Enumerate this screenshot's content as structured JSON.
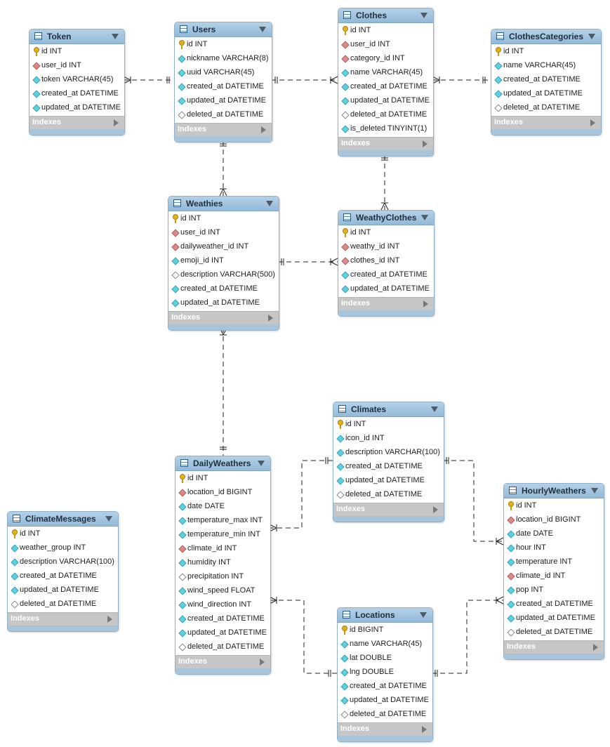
{
  "tables": {
    "token": {
      "name": "Token",
      "indexes_label": "Indexes",
      "fields": [
        {
          "label": "id INT",
          "kind": "key"
        },
        {
          "label": "user_id INT",
          "kind": "fk"
        },
        {
          "label": "token VARCHAR(45)",
          "kind": "nn"
        },
        {
          "label": "created_at DATETIME",
          "kind": "nn"
        },
        {
          "label": "updated_at DATETIME",
          "kind": "nn"
        }
      ]
    },
    "users": {
      "name": "Users",
      "indexes_label": "Indexes",
      "fields": [
        {
          "label": "id INT",
          "kind": "key"
        },
        {
          "label": "nickname VARCHAR(8)",
          "kind": "nn"
        },
        {
          "label": "uuid VARCHAR(45)",
          "kind": "nn"
        },
        {
          "label": "created_at DATETIME",
          "kind": "nn"
        },
        {
          "label": "updated_at DATETIME",
          "kind": "nn"
        },
        {
          "label": "deleted_at DATETIME",
          "kind": "nul"
        }
      ]
    },
    "clothes": {
      "name": "Clothes",
      "indexes_label": "Indexes",
      "fields": [
        {
          "label": "id INT",
          "kind": "key"
        },
        {
          "label": "user_id INT",
          "kind": "fk"
        },
        {
          "label": "category_id INT",
          "kind": "fk"
        },
        {
          "label": "name VARCHAR(45)",
          "kind": "nn"
        },
        {
          "label": "created_at DATETIME",
          "kind": "nn"
        },
        {
          "label": "updated_at DATETIME",
          "kind": "nn"
        },
        {
          "label": "deleted_at DATETIME",
          "kind": "nul"
        },
        {
          "label": "is_deleted TINYINT(1)",
          "kind": "nn"
        }
      ]
    },
    "clothescategories": {
      "name": "ClothesCategories",
      "indexes_label": "Indexes",
      "fields": [
        {
          "label": "id INT",
          "kind": "key"
        },
        {
          "label": "name VARCHAR(45)",
          "kind": "nn"
        },
        {
          "label": "created_at DATETIME",
          "kind": "nn"
        },
        {
          "label": "updated_at DATETIME",
          "kind": "nn"
        },
        {
          "label": "deleted_at DATETIME",
          "kind": "nul"
        }
      ]
    },
    "weathies": {
      "name": "Weathies",
      "indexes_label": "Indexes",
      "fields": [
        {
          "label": "id INT",
          "kind": "key"
        },
        {
          "label": "user_id INT",
          "kind": "fk"
        },
        {
          "label": "dailyweather_id INT",
          "kind": "fk"
        },
        {
          "label": "emoji_id INT",
          "kind": "nn"
        },
        {
          "label": "description VARCHAR(500)",
          "kind": "nul"
        },
        {
          "label": "created_at DATETIME",
          "kind": "nn"
        },
        {
          "label": "updated_at DATETIME",
          "kind": "nn"
        }
      ]
    },
    "weathyclothes": {
      "name": "WeathyClothes",
      "indexes_label": "Indexes",
      "fields": [
        {
          "label": "id INT",
          "kind": "key"
        },
        {
          "label": "weathy_id INT",
          "kind": "fk"
        },
        {
          "label": "clothes_id INT",
          "kind": "fk"
        },
        {
          "label": "created_at DATETIME",
          "kind": "nn"
        },
        {
          "label": "updated_at DATETIME",
          "kind": "nn"
        }
      ]
    },
    "climates": {
      "name": "Climates",
      "indexes_label": "Indexes",
      "fields": [
        {
          "label": "id INT",
          "kind": "key"
        },
        {
          "label": "icon_id INT",
          "kind": "nn"
        },
        {
          "label": "description VARCHAR(100)",
          "kind": "nn"
        },
        {
          "label": "created_at DATETIME",
          "kind": "nn"
        },
        {
          "label": "updated_at DATETIME",
          "kind": "nn"
        },
        {
          "label": "deleted_at DATETIME",
          "kind": "nul"
        }
      ]
    },
    "dailyweathers": {
      "name": "DailyWeathers",
      "indexes_label": "Indexes",
      "fields": [
        {
          "label": "id INT",
          "kind": "key"
        },
        {
          "label": "location_id BIGINT",
          "kind": "fk"
        },
        {
          "label": "date DATE",
          "kind": "nn"
        },
        {
          "label": "temperature_max INT",
          "kind": "nn"
        },
        {
          "label": "temperature_min INT",
          "kind": "nn"
        },
        {
          "label": "climate_id INT",
          "kind": "fk"
        },
        {
          "label": "humidity INT",
          "kind": "nn"
        },
        {
          "label": "precipitation INT",
          "kind": "nul"
        },
        {
          "label": "wind_speed FLOAT",
          "kind": "nn"
        },
        {
          "label": "wind_direction INT",
          "kind": "nn"
        },
        {
          "label": "created_at DATETIME",
          "kind": "nn"
        },
        {
          "label": "updated_at DATETIME",
          "kind": "nn"
        },
        {
          "label": "deleted_at DATETIME",
          "kind": "nul"
        }
      ]
    },
    "climatemessages": {
      "name": "ClimateMessages",
      "indexes_label": "Indexes",
      "fields": [
        {
          "label": "id INT",
          "kind": "key"
        },
        {
          "label": "weather_group INT",
          "kind": "nn"
        },
        {
          "label": "description VARCHAR(100)",
          "kind": "nn"
        },
        {
          "label": "created_at DATETIME",
          "kind": "nn"
        },
        {
          "label": "updated_at DATETIME",
          "kind": "nn"
        },
        {
          "label": "deleted_at DATETIME",
          "kind": "nul"
        }
      ]
    },
    "hourlyweathers": {
      "name": "HourlyWeathers",
      "indexes_label": "Indexes",
      "fields": [
        {
          "label": "id INT",
          "kind": "key"
        },
        {
          "label": "location_id BIGINT",
          "kind": "fk"
        },
        {
          "label": "date DATE",
          "kind": "nn"
        },
        {
          "label": "hour INT",
          "kind": "nn"
        },
        {
          "label": "temperature INT",
          "kind": "nn"
        },
        {
          "label": "climate_id INT",
          "kind": "fk"
        },
        {
          "label": "pop INT",
          "kind": "nn"
        },
        {
          "label": "created_at DATETIME",
          "kind": "nn"
        },
        {
          "label": "updated_at DATETIME",
          "kind": "nn"
        },
        {
          "label": "deleted_at DATETIME",
          "kind": "nul"
        }
      ]
    },
    "locations": {
      "name": "Locations",
      "indexes_label": "Indexes",
      "fields": [
        {
          "label": "id BIGINT",
          "kind": "key"
        },
        {
          "label": "name VARCHAR(45)",
          "kind": "nn"
        },
        {
          "label": "lat DOUBLE",
          "kind": "nn"
        },
        {
          "label": "lng DOUBLE",
          "kind": "nn"
        },
        {
          "label": "created_at DATETIME",
          "kind": "nn"
        },
        {
          "label": "updated_at DATETIME",
          "kind": "nn"
        },
        {
          "label": "deleted_at DATETIME",
          "kind": "nul"
        }
      ]
    }
  },
  "relationships": [
    {
      "from": "users",
      "to": "token",
      "from_card": "one",
      "to_card": "many"
    },
    {
      "from": "users",
      "to": "clothes",
      "from_card": "one",
      "to_card": "many"
    },
    {
      "from": "clothescategories",
      "to": "clothes",
      "from_card": "one",
      "to_card": "many"
    },
    {
      "from": "users",
      "to": "weathies",
      "from_card": "one",
      "to_card": "many"
    },
    {
      "from": "clothes",
      "to": "weathyclothes",
      "from_card": "one",
      "to_card": "many"
    },
    {
      "from": "weathies",
      "to": "weathyclothes",
      "from_card": "one",
      "to_card": "many"
    },
    {
      "from": "dailyweathers",
      "to": "weathies",
      "from_card": "one",
      "to_card": "many"
    },
    {
      "from": "climates",
      "to": "dailyweathers",
      "from_card": "one",
      "to_card": "many"
    },
    {
      "from": "locations",
      "to": "dailyweathers",
      "from_card": "one",
      "to_card": "many"
    },
    {
      "from": "climates",
      "to": "hourlyweathers",
      "from_card": "one",
      "to_card": "many"
    },
    {
      "from": "locations",
      "to": "hourlyweathers",
      "from_card": "one",
      "to_card": "many"
    }
  ],
  "colors": {
    "header": "#93bad9",
    "line": "#222222",
    "indexes_bar": "#c6c6c6",
    "primary_key": "#e0b020",
    "foreign_key": "#d98a8a",
    "not_null": "#5fd0dc"
  }
}
